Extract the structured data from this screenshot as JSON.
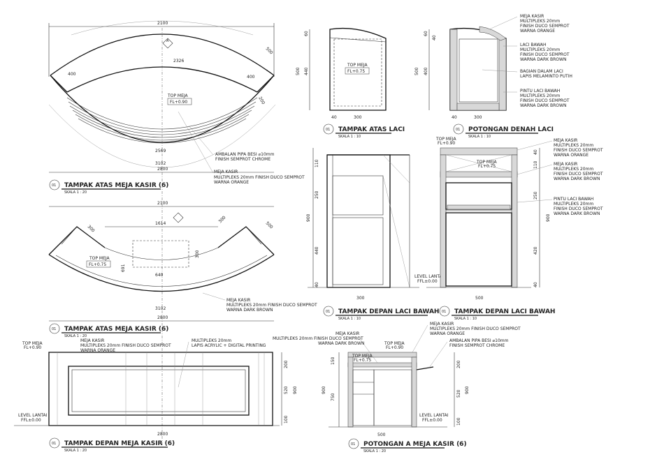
{
  "dims": {
    "d2100": "2100",
    "d2326": "2326",
    "d500": "500",
    "d400": "400",
    "d200": "200",
    "d2569": "2569",
    "d3102": "3102",
    "d2800": "2800",
    "d1614": "1614",
    "d300": "300",
    "d640": "640",
    "d691": "691",
    "d60": "60",
    "d440": "440",
    "d40": "40",
    "d110": "110",
    "d250": "250",
    "d900": "900",
    "d420": "420",
    "d520": "520",
    "d100": "100",
    "d150": "150",
    "d750": "750"
  },
  "levels": {
    "top_meja_090": "TOP MEJA",
    "fl090": "FL+0.90",
    "fl075": "FL+0.75",
    "level_lantai": "LEVEL LANTAI",
    "ffl000": "FFL±0.00"
  },
  "titles": {
    "t1": "TAMPAK ATAS MEJA KASIR (6)",
    "t2": "TAMPAK ATAS MEJA KASIR (6)",
    "t3": "TAMPAK DEPAN MEJA KASIR (6)",
    "t4": "TAMPAK ATAS LACI",
    "t5": "POTONGAN DENAH LACI",
    "t6": "TAMPAK DEPAN LACI BAWAH",
    "t7": "TAMPAK DEPAN LACI BAWAH",
    "t8": "POTONGAN A MEJA KASIR (6)",
    "num": "01",
    "skala20": "SKALA    1 : 20",
    "skala10": "SKALA    1 : 10",
    "section_a": "A"
  },
  "notes": {
    "ambalan1": "AMBALAN PIPA BESI ⌀10mm",
    "ambalan2": "FINISH SEMPROT CHROME",
    "meja_kasir": "MEJA KASIR",
    "mk_orange_a": "MULTIPLEKS 20mm FINISH DUCO SEMPROT",
    "warna_orange": "WARNA ORANGE",
    "warna_brown": "WARNA DARK BROWN",
    "multipleks20": "MULTIPLEKS 20mm",
    "finish_duco": "FINISH DUCO SEMPROT",
    "laci_bawah": "LACI BAWAH",
    "bagian_dalam": "BAGIAN DALAM LACI",
    "lapis_melamin": "LAPIS MELAMINTO PUTIH",
    "pintu_laci": "PINTU LACI BAWAH",
    "lapis_acrylic": "LAPIS ACRYLIC + DIGITAL PRINTING",
    "ambalan_pipa": "AMBALAN PIPA BESI ⌀10mm",
    "finish_chrome": "FINISH SEMPROT CHROME"
  }
}
